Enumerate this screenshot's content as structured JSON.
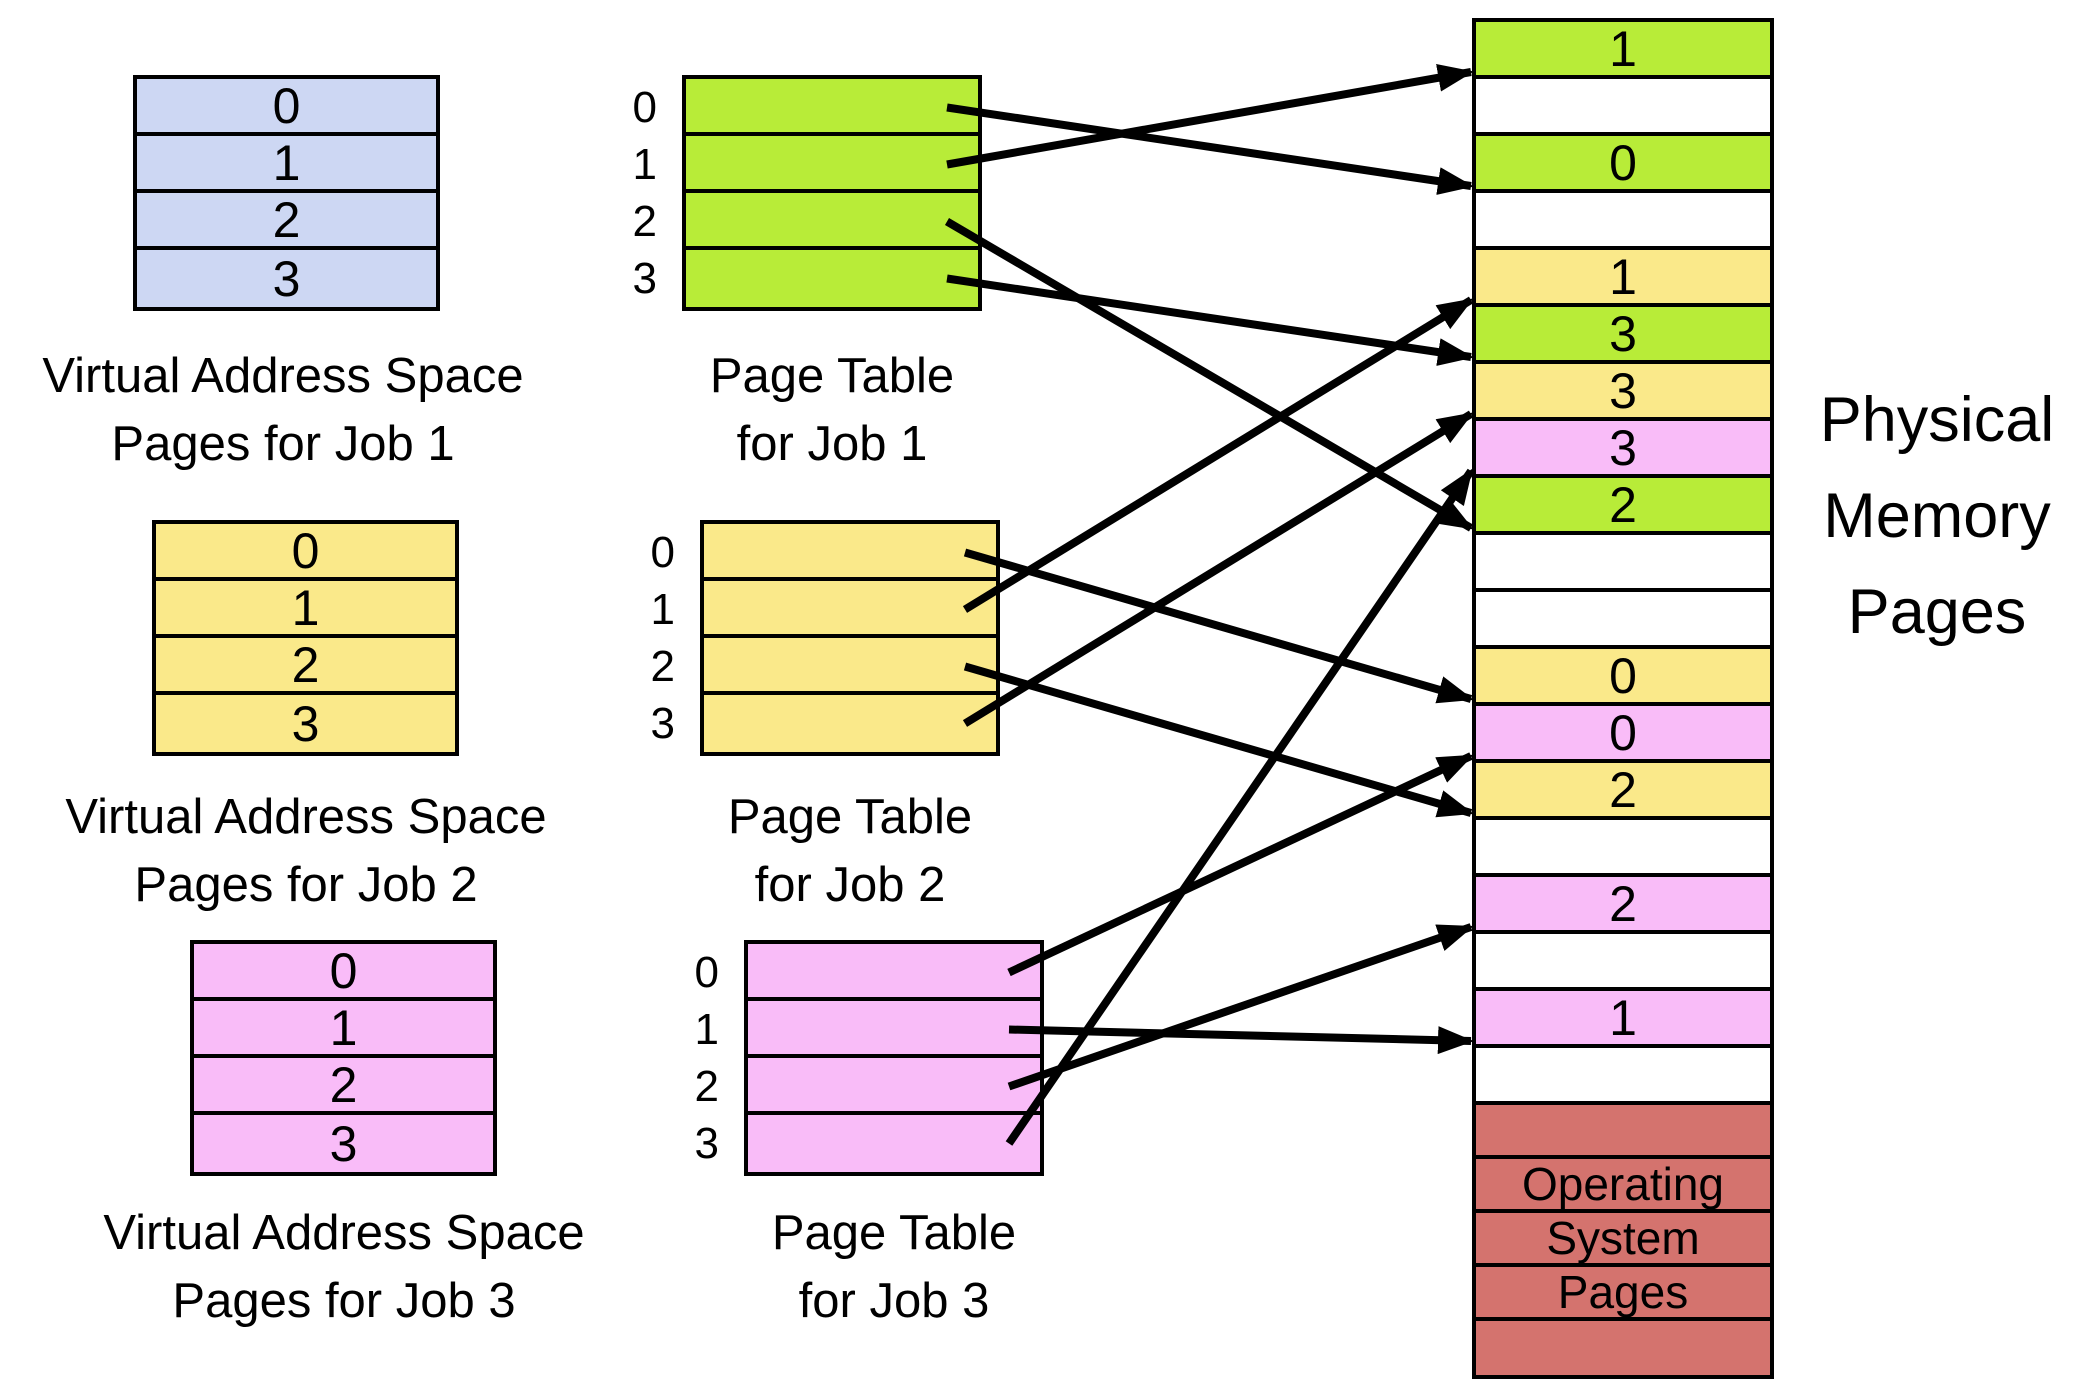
{
  "colors": {
    "job1_vas": "#cdd7f3",
    "job1": "#b8ec38",
    "job2": "#fae98a",
    "job3": "#f9bcf8",
    "os": "#d4736e",
    "free": "#ffffff",
    "line": "#000000"
  },
  "jobs": [
    {
      "name": "Job 1",
      "vas_title": [
        "Virtual Address Space",
        "Pages for Job 1"
      ],
      "pt_title": [
        "Page Table",
        "for Job 1"
      ],
      "vas_pages": [
        "0",
        "1",
        "2",
        "3"
      ],
      "pt_entries": [
        "0",
        "1",
        "2",
        "3"
      ],
      "vas_fill": "job1_vas",
      "pt_fill": "job1"
    },
    {
      "name": "Job 2",
      "vas_title": [
        "Virtual Address Space",
        "Pages for Job 2"
      ],
      "pt_title": [
        "Page Table",
        "for Job 2"
      ],
      "vas_pages": [
        "0",
        "1",
        "2",
        "3"
      ],
      "pt_entries": [
        "0",
        "1",
        "2",
        "3"
      ],
      "vas_fill": "job2",
      "pt_fill": "job2"
    },
    {
      "name": "Job 3",
      "vas_title": [
        "Virtual Address Space",
        "Pages for Job 3"
      ],
      "pt_title": [
        "Page Table",
        "for Job 3"
      ],
      "vas_pages": [
        "0",
        "1",
        "2",
        "3"
      ],
      "pt_entries": [
        "0",
        "1",
        "2",
        "3"
      ],
      "vas_fill": "job3",
      "pt_fill": "job3"
    }
  ],
  "physical": {
    "title": [
      "Physical",
      "Memory",
      "Pages"
    ],
    "rows": [
      {
        "label": "1",
        "fill": "job1"
      },
      {
        "label": "",
        "fill": "free"
      },
      {
        "label": "0",
        "fill": "job1"
      },
      {
        "label": "",
        "fill": "free"
      },
      {
        "label": "1",
        "fill": "job2"
      },
      {
        "label": "3",
        "fill": "job1"
      },
      {
        "label": "3",
        "fill": "job2"
      },
      {
        "label": "3",
        "fill": "job3"
      },
      {
        "label": "2",
        "fill": "job1"
      },
      {
        "label": "",
        "fill": "free"
      },
      {
        "label": "",
        "fill": "free"
      },
      {
        "label": "0",
        "fill": "job2"
      },
      {
        "label": "0",
        "fill": "job3"
      },
      {
        "label": "2",
        "fill": "job2"
      },
      {
        "label": "",
        "fill": "free"
      },
      {
        "label": "2",
        "fill": "job3"
      },
      {
        "label": "",
        "fill": "free"
      },
      {
        "label": "1",
        "fill": "job3"
      },
      {
        "label": "",
        "fill": "free"
      }
    ],
    "os_rows": [
      {
        "label": ""
      },
      {
        "label": "Operating"
      },
      {
        "label": "System"
      },
      {
        "label": "Pages"
      },
      {
        "label": ""
      }
    ],
    "os_fill": "os"
  },
  "mappings": [
    {
      "job": 0,
      "entry": 0,
      "frame": 2
    },
    {
      "job": 0,
      "entry": 1,
      "frame": 0
    },
    {
      "job": 0,
      "entry": 2,
      "frame": 8
    },
    {
      "job": 0,
      "entry": 3,
      "frame": 5
    },
    {
      "job": 1,
      "entry": 0,
      "frame": 11
    },
    {
      "job": 1,
      "entry": 1,
      "frame": 4
    },
    {
      "job": 1,
      "entry": 2,
      "frame": 13
    },
    {
      "job": 1,
      "entry": 3,
      "frame": 6
    },
    {
      "job": 2,
      "entry": 0,
      "frame": 12
    },
    {
      "job": 2,
      "entry": 1,
      "frame": 17
    },
    {
      "job": 2,
      "entry": 2,
      "frame": 15
    },
    {
      "job": 2,
      "entry": 3,
      "frame": 7
    }
  ]
}
